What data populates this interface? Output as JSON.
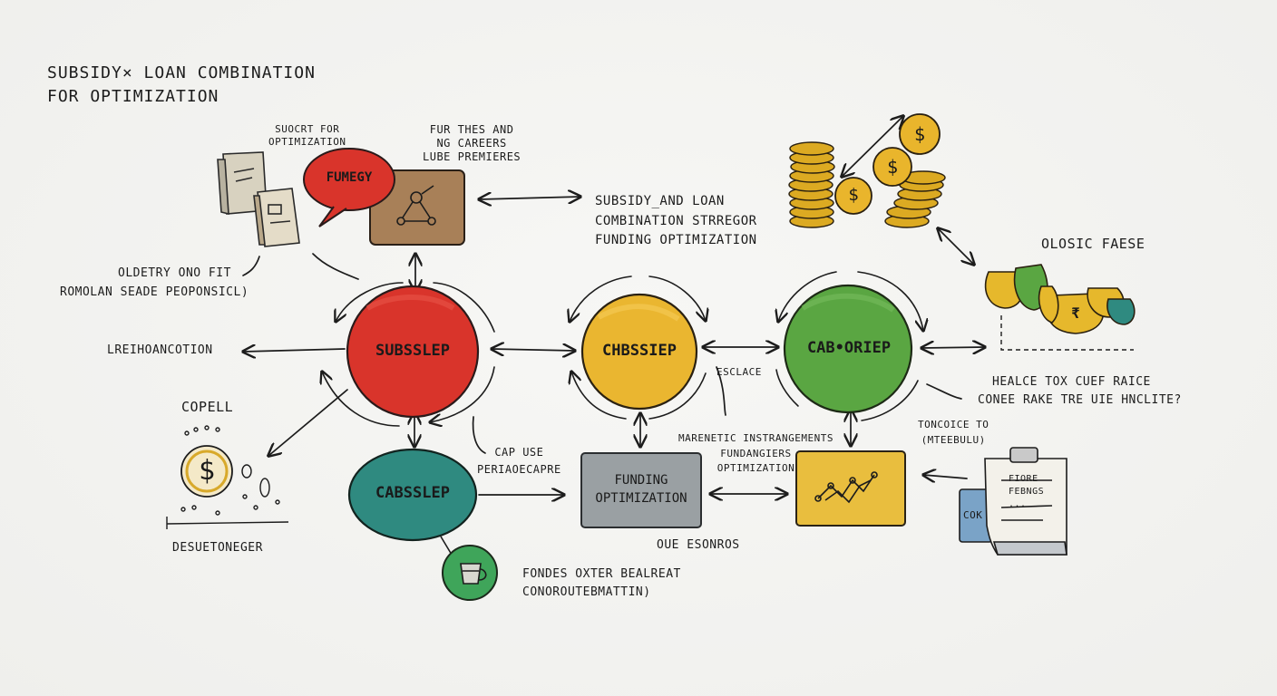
{
  "title": [
    "SUBSIDY× LOAN COMBINATION",
    "FOR OPTIMIZATION"
  ],
  "colors": {
    "red": "#d9342b",
    "yellow": "#eab630",
    "green": "#5aa642",
    "teal": "#2f8a80",
    "gray": "#9aa0a3",
    "brown": "#a88058",
    "gold": "#dcaa22",
    "ink": "#1c1c1c"
  },
  "nodes": {
    "red_circle": "SUBSSLEP",
    "yellow_circle": "CHBSSIEP",
    "green_circle": "CAB•ORIEP",
    "teal_circle": "CABSSLEP",
    "speech_bubble": "FUMEGY",
    "gray_box": [
      "FUNDING",
      "OPTIMIZATION"
    ]
  },
  "labels": {
    "top_left_small": [
      "SUOCRT FOR",
      "OPTIMIZATION"
    ],
    "top_mid_small": [
      "FUR THES AND",
      "NG CAREERS",
      "LUBE PREMIERES"
    ],
    "center_strategy": [
      "SUBSIDY_AND LOAN",
      "COMBINATION STRREGOR",
      "FUNDING OPTIMIZATION"
    ],
    "left_middle": [
      "OLDETRY ONO FIT",
      "ROMOLAN SEADE PEOPONSICL)"
    ],
    "left_arrow": "LREIHOANCOTION",
    "copell": "COPELL",
    "desuetoneger": "DESUETONEGER",
    "cap_use": [
      "CAP USE",
      "PERIAOECAPRE"
    ],
    "escalace": "ESCLACE",
    "mid_small": [
      "MARENETIC INSTRANGEMENTS",
      "FUNDANGIERS",
      "OPTIMIZATION"
    ],
    "oue_esonros": "OUE ESONROS",
    "bottom_text": [
      "FONDES OXTER BEALREAT",
      "CONOROUTEBMATTIN)"
    ],
    "olosic_faese": "OLOSIC FAESE",
    "right_question": [
      "HEALCE TOX CUEF RAICE",
      "CONEE RAKE TRE UIE HNCLITE?"
    ],
    "toncoice": [
      "TONCOICE TO",
      "(MTEEBULU)"
    ],
    "cok": "COK",
    "fiore": [
      "FIORE",
      "FEBNGS",
      "..."
    ]
  },
  "icons": [
    "document-stack-icon",
    "speech-bubble-icon",
    "network-icon",
    "coin-stack-icon",
    "dollar-coin-icon",
    "money-bag-icon",
    "chart-icon",
    "clipboard-icon",
    "cup-icon"
  ]
}
